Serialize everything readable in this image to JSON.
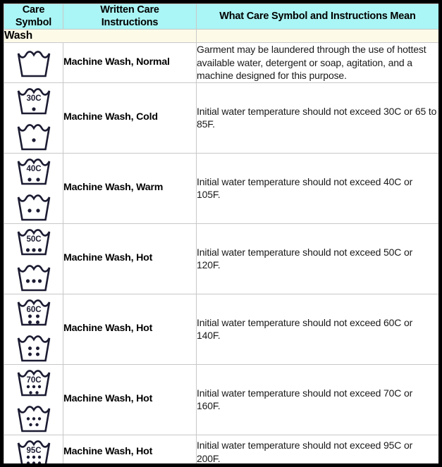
{
  "table": {
    "headers": [
      {
        "label": "Care\nSymbol",
        "line1": "Care",
        "line2": "Symbol"
      },
      {
        "label": "Written Care\nInstructions",
        "line1": "Written Care",
        "line2": "Instructions"
      },
      {
        "label": "What Care Symbol and Instructions Mean",
        "line1": "What Care Symbol and Instructions Mean",
        "line2": ""
      }
    ],
    "section": {
      "title": "Wash"
    },
    "rows": [
      {
        "symbol": {
          "type": "washtub",
          "temp_label": "",
          "dots": 0,
          "stacked": false
        },
        "written": "Machine Wash, Normal",
        "meaning": "Garment may be laundered through the use of hottest available water, detergent or soap, agitation, and a machine designed for this purpose."
      },
      {
        "symbol": {
          "type": "washtub",
          "temp_label": "30C",
          "dots": 1,
          "stacked": true
        },
        "written": "Machine Wash, Cold",
        "meaning": "Initial water temperature should not exceed 30C or 65 to 85F."
      },
      {
        "symbol": {
          "type": "washtub",
          "temp_label": "40C",
          "dots": 2,
          "stacked": true
        },
        "written": "Machine Wash, Warm",
        "meaning": "Initial water temperature should not exceed 40C or 105F."
      },
      {
        "symbol": {
          "type": "washtub",
          "temp_label": "50C",
          "dots": 3,
          "stacked": true
        },
        "written": "Machine Wash, Hot",
        "meaning": "Initial water temperature should not exceed 50C or 120F."
      },
      {
        "symbol": {
          "type": "washtub",
          "temp_label": "60C",
          "dots": 4,
          "stacked": true
        },
        "written": "Machine Wash, Hot",
        "meaning": "Initial water temperature should not exceed 60C or 140F."
      },
      {
        "symbol": {
          "type": "washtub",
          "temp_label": "70C",
          "dots": 5,
          "stacked": true
        },
        "written": "Machine Wash, Hot",
        "meaning": "Initial water temperature should not exceed 70C or 160F."
      },
      {
        "symbol": {
          "type": "washtub",
          "temp_label": "95C",
          "dots": 6,
          "stacked": false
        },
        "written": "Machine Wash, Hot",
        "meaning": "Initial water temperature should not exceed 95C or 200F."
      }
    ]
  },
  "colors": {
    "header_background": "#aaf5f5",
    "section_background": "#fdfbe8",
    "symbol_stroke": "#1b1b32",
    "grid_line": "#c8c8c8",
    "outer_border": "#000000",
    "page_background": "#ffffff"
  }
}
